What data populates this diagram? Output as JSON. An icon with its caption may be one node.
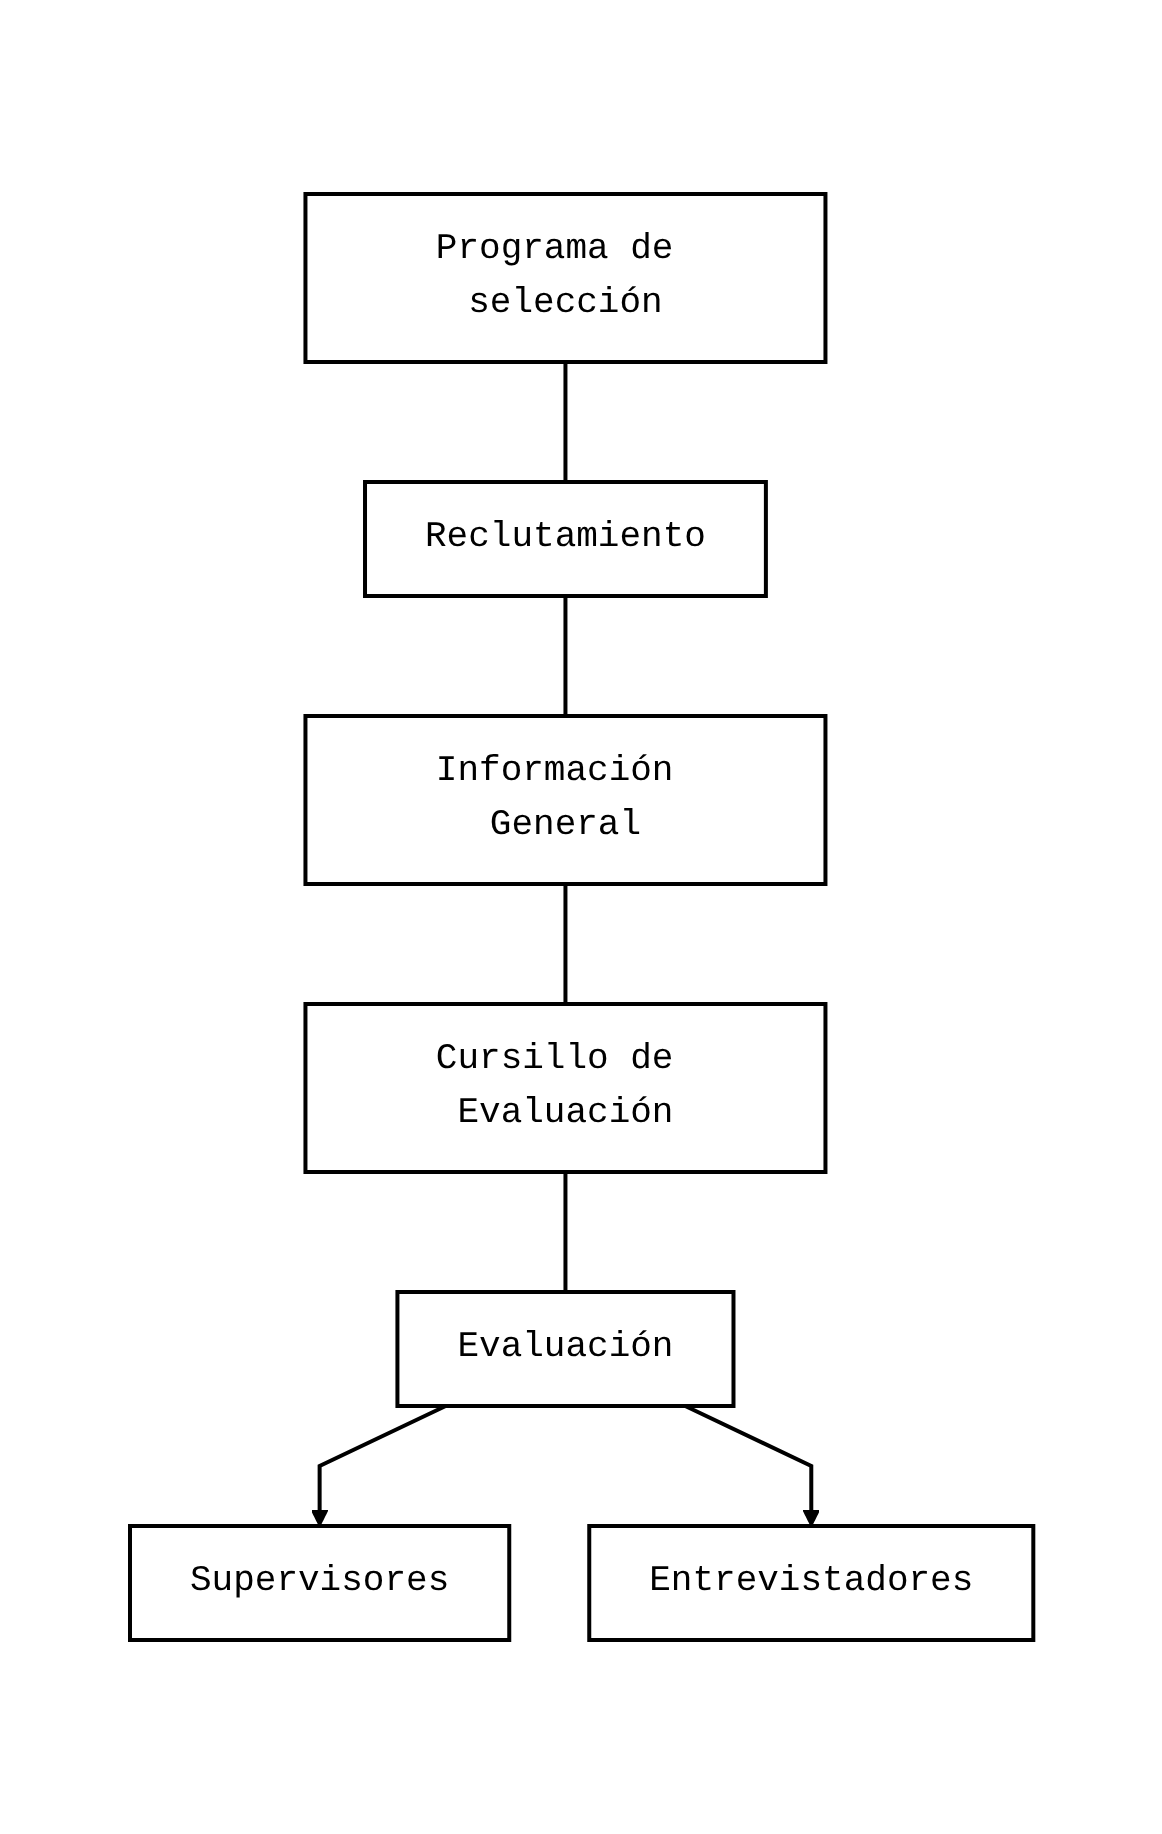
{
  "diagram": {
    "nodes": [
      {
        "text": [
          "Programa de selección"
        ]
      },
      {
        "text": [
          "Reclutamiento"
        ]
      },
      {
        "text": [
          "Información General"
        ]
      },
      {
        "text": [
          "Cursillo de Evaluación"
        ]
      },
      {
        "text": [
          "Evaluación"
        ]
      },
      {
        "text": [
          "Supervisores"
        ]
      },
      {
        "text": [
          "Entrevistadores"
        ]
      }
    ],
    "edges": [
      {
        "from": 0,
        "to": 1,
        "arrow": "none"
      },
      {
        "from": 1,
        "to": 2,
        "arrow": "none"
      },
      {
        "from": 2,
        "to": 3,
        "arrow": "none"
      },
      {
        "from": 3,
        "to": 4,
        "arrow": "none"
      },
      {
        "from": 4,
        "to": 5,
        "arrow": "to"
      },
      {
        "from": 4,
        "to": 6,
        "arrow": "to"
      }
    ]
  }
}
